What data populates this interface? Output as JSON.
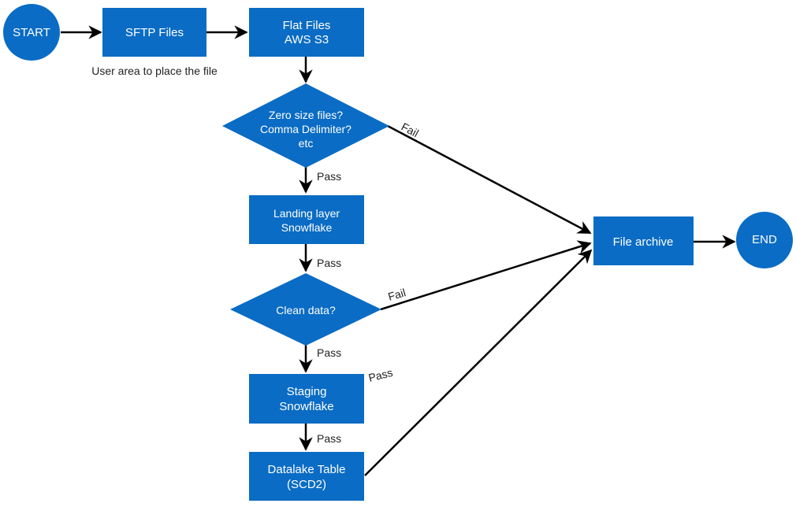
{
  "colors": {
    "node_fill": "#0a6cc4",
    "node_text": "#ffffff",
    "edge": "#000000"
  },
  "nodes": {
    "start": {
      "label": "START"
    },
    "sftp": {
      "label": "SFTP Files",
      "note": "User area to place the file"
    },
    "flat_files": {
      "line1": "Flat Files",
      "line2": "AWS S3"
    },
    "check_files": {
      "line1": "Zero size files?",
      "line2": "Comma Delimiter?",
      "line3": "etc"
    },
    "landing": {
      "line1": "Landing layer",
      "line2": "Snowflake"
    },
    "clean": {
      "label": "Clean data?"
    },
    "staging": {
      "line1": "Staging",
      "line2": "Snowflake"
    },
    "datalake": {
      "line1": "Datalake Table",
      "line2": "(SCD2)"
    },
    "archive": {
      "label": "File archive"
    },
    "end": {
      "label": "END"
    }
  },
  "edges": {
    "check_fail": "Fail",
    "check_pass": "Pass",
    "landing_pass": "Pass",
    "clean_fail": "Fail",
    "clean_pass": "Pass",
    "staging_pass_archive": "Pass",
    "staging_pass_datalake": "Pass"
  }
}
